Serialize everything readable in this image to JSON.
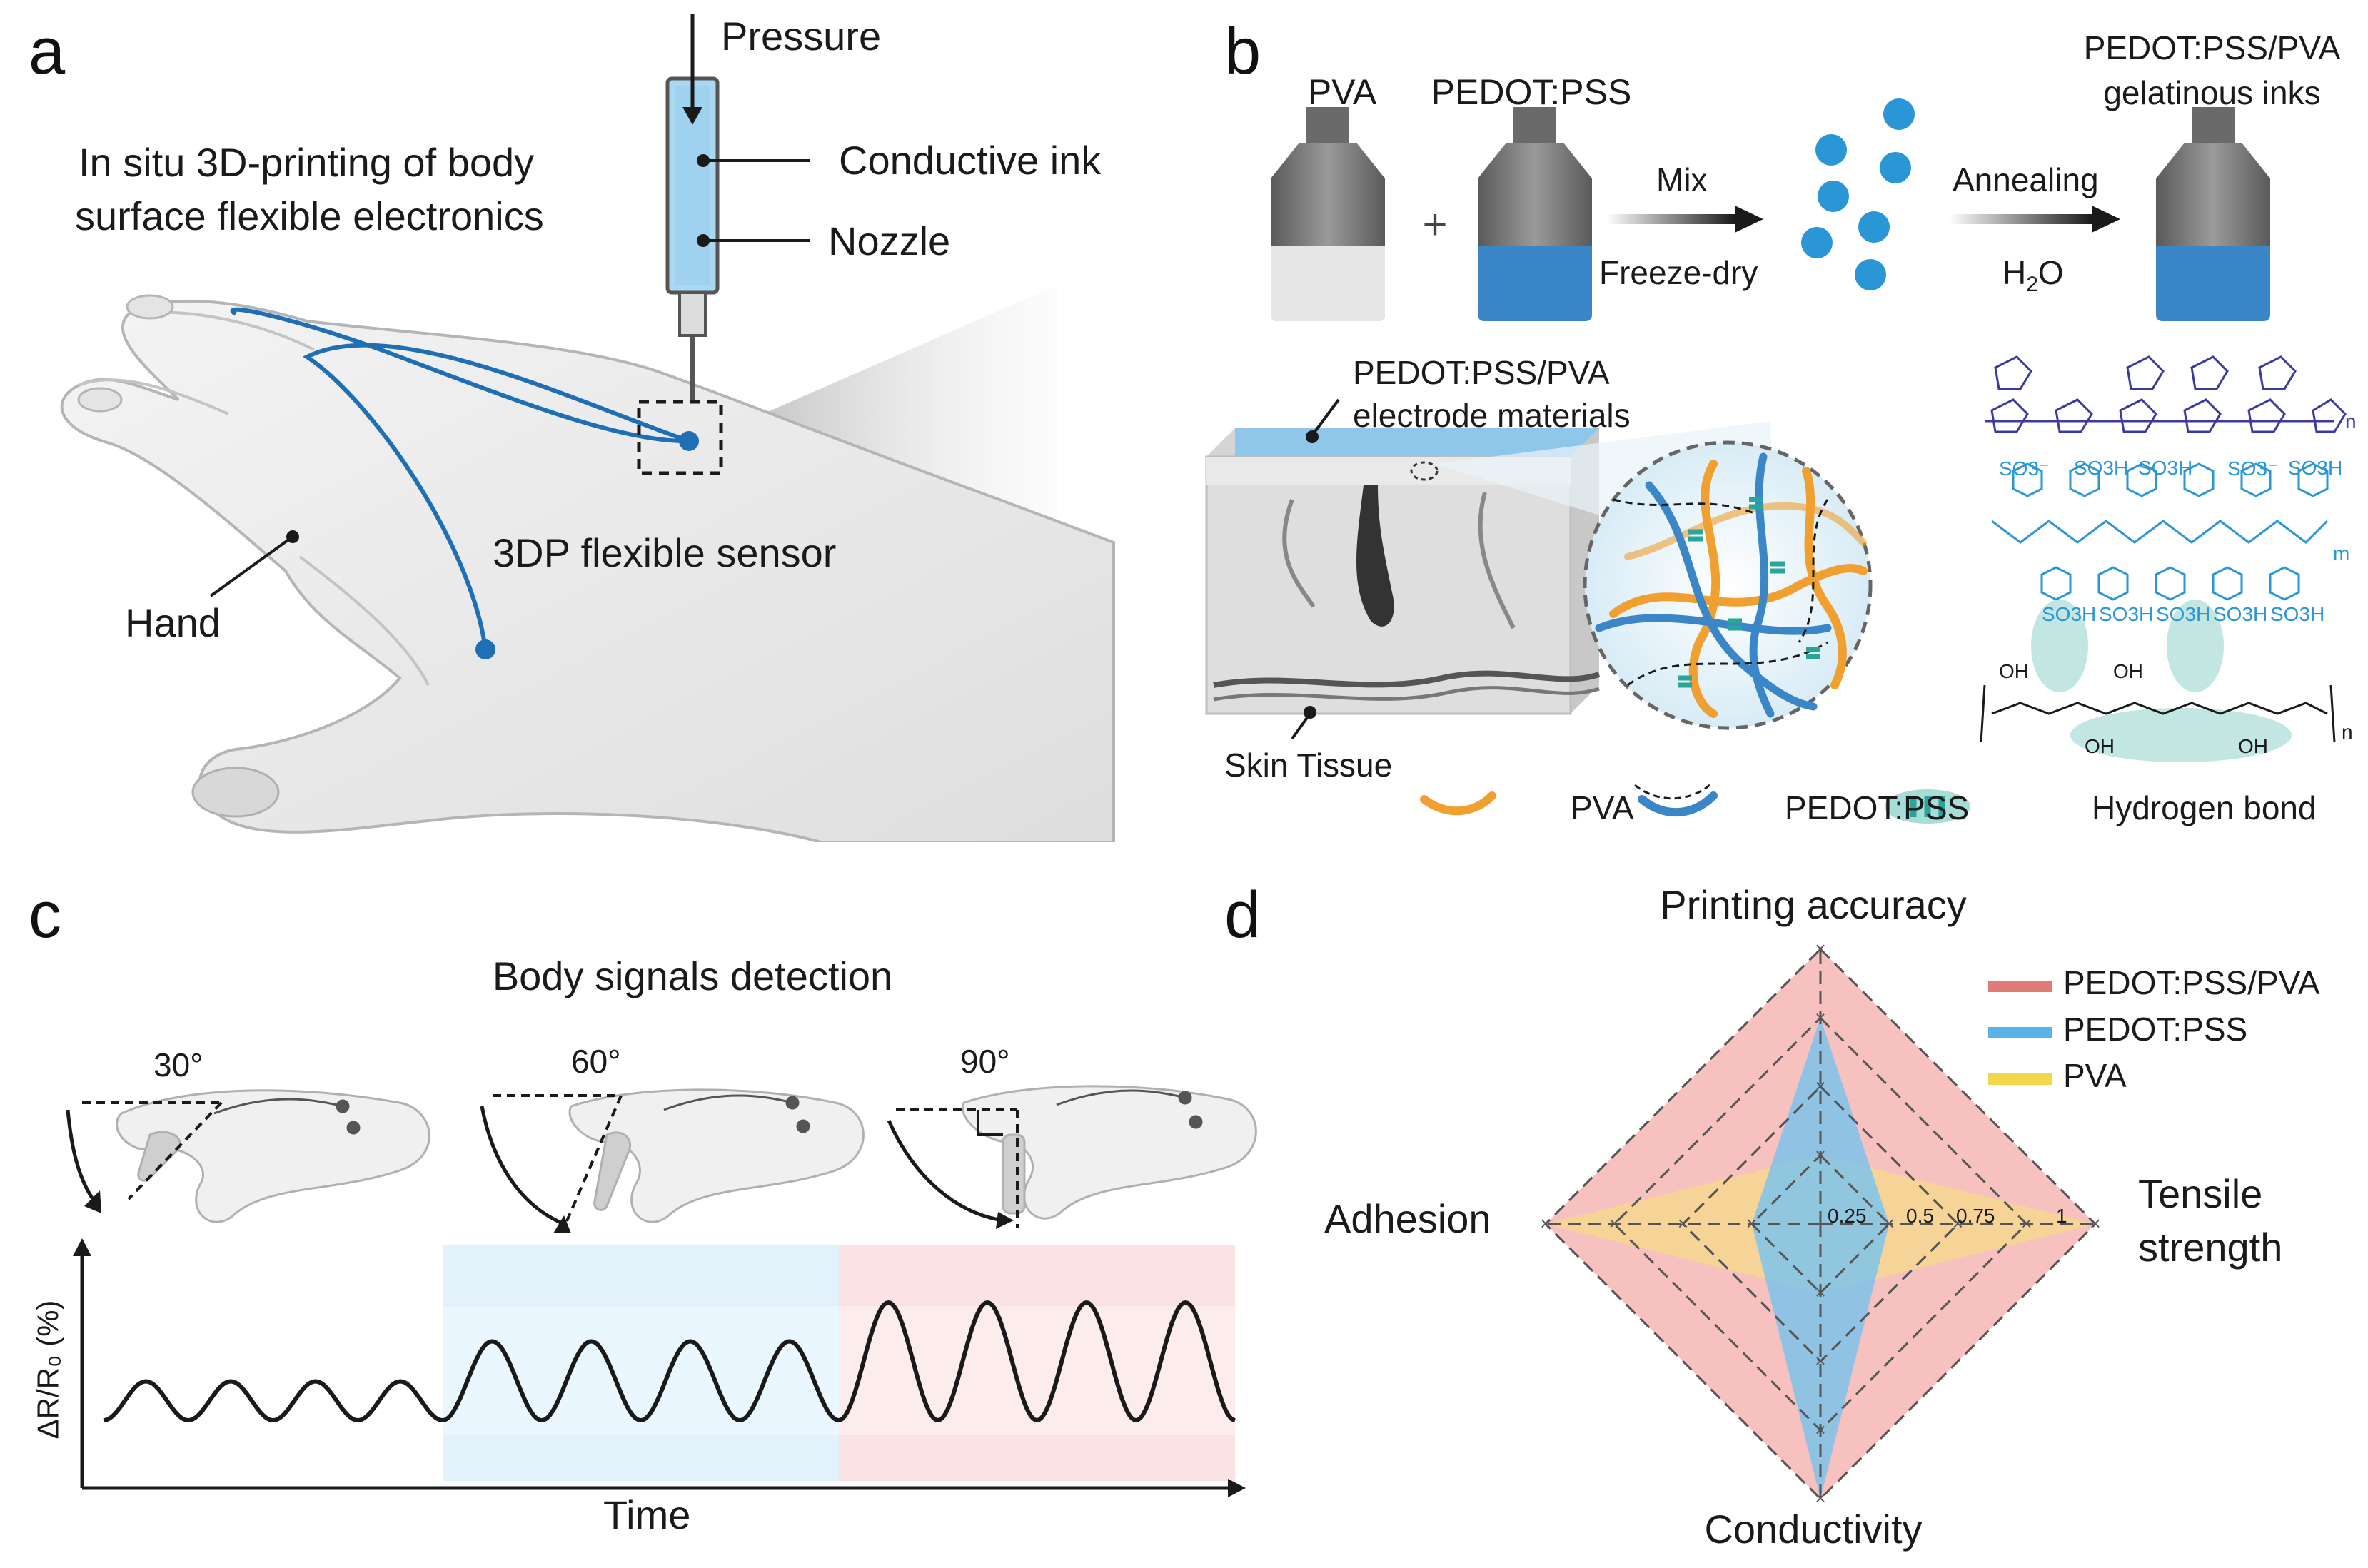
{
  "panels": {
    "a": {
      "label": "a",
      "pressure": "Pressure",
      "conductive_ink": "Conductive ink",
      "nozzle": "Nozzle",
      "title_line1": "In situ 3D-printing of body",
      "title_line2": "surface flexible electronics",
      "hand": "Hand",
      "sensor": "3DP flexible sensor"
    },
    "b": {
      "label": "b",
      "pva": "PVA",
      "pedot": "PEDOT:PSS",
      "mix": "Mix",
      "freeze_dry": "Freeze-dry",
      "annealing": "Annealing",
      "water_h": "H",
      "water_sub": "2",
      "water_o": "O",
      "ink_line1": "PEDOT:PSS/PVA",
      "ink_line2": "gelatinous inks",
      "electrode_line1": "PEDOT:PSS/PVA",
      "electrode_line2": "electrode materials",
      "skin": "Skin Tissue",
      "legend_pva": "PVA",
      "legend_pedot": "PEDOT:PSS",
      "legend_hbond": "Hydrogen bond",
      "chem": {
        "so3_minus": "SO3⁻",
        "so3h": "SO3H",
        "oh": "OH",
        "n": "n",
        "m": "m"
      }
    },
    "c": {
      "label": "c",
      "title": "Body signals detection",
      "angles": [
        "30°",
        "60°",
        "90°"
      ],
      "ylabel": "ΔR/R₀ (%)",
      "xlabel": "Time"
    },
    "d": {
      "label": "d",
      "axis_top": "Printing accuracy",
      "axis_left": "Adhesion",
      "axis_right_line1": "Tensile",
      "axis_right_line2": "strength",
      "axis_bottom": "Conductivity",
      "ticks": [
        "0.25",
        "0.5",
        "0.75",
        "1"
      ]
    }
  },
  "colors": {
    "ink_blue": "#1f6fb5",
    "light_blue": "#a9d8f0",
    "orange": "#f0a030",
    "teal": "#2aa59a",
    "red_fill": "#f4b6b3",
    "blue_fill": "#7ec3ea",
    "yellow_fill": "#f5d98a",
    "legend_red": "#e07b78",
    "legend_blue": "#5ab3e6",
    "legend_yellow": "#f2d64b"
  },
  "chart_data": [
    {
      "type": "line",
      "title": "Body signals detection",
      "xlabel": "Time",
      "ylabel": "ΔR/R₀ (%)",
      "series": [
        {
          "name": "30°",
          "cycles": 4,
          "relative_amplitude": 0.33
        },
        {
          "name": "60°",
          "cycles": 4,
          "relative_amplitude": 0.67
        },
        {
          "name": "90°",
          "cycles": 4,
          "relative_amplitude": 1.0
        }
      ]
    },
    {
      "type": "radar",
      "axes": [
        "Printing accuracy",
        "Tensile strength",
        "Conductivity",
        "Adhesion"
      ],
      "ticks": [
        0.25,
        0.5,
        0.75,
        1
      ],
      "range": [
        0,
        1
      ],
      "legend_position": "top-right",
      "series": [
        {
          "name": "PEDOT:PSS/PVA",
          "color": "#e07b78",
          "values": [
            1,
            1,
            1,
            1
          ]
        },
        {
          "name": "PEDOT:PSS",
          "color": "#5ab3e6",
          "values": [
            0.75,
            0.25,
            1,
            0.25
          ]
        },
        {
          "name": "PVA",
          "color": "#f2d64b",
          "values": [
            0.25,
            1,
            0.25,
            1
          ]
        }
      ]
    }
  ]
}
